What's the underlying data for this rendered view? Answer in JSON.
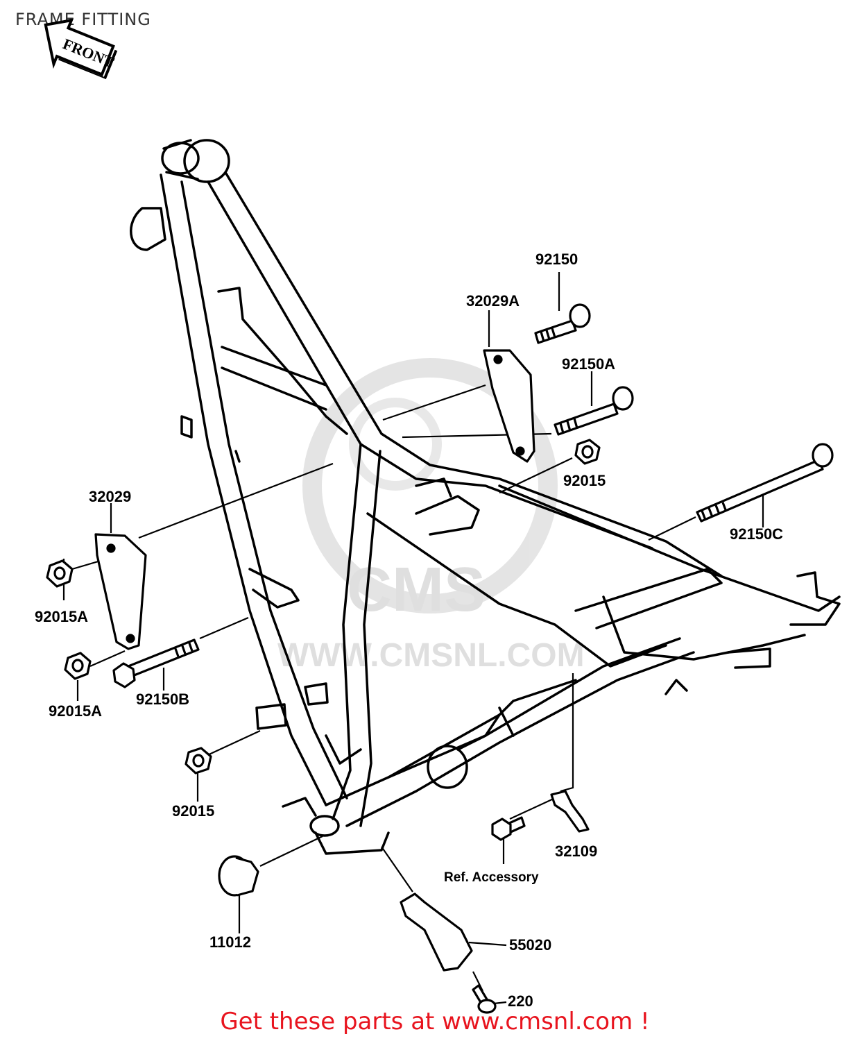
{
  "title": "FRAME FITTING",
  "front_label": "FRONT",
  "watermark": {
    "logo_text": "CMS",
    "url_text": "WWW.CMSNL.COM"
  },
  "parts": [
    {
      "id": "p92150",
      "label": "92150"
    },
    {
      "id": "p32029A",
      "label": "32029A"
    },
    {
      "id": "p92150A",
      "label": "92150A"
    },
    {
      "id": "p92015r",
      "label": "92015"
    },
    {
      "id": "p92150C",
      "label": "92150C"
    },
    {
      "id": "p32029",
      "label": "32029"
    },
    {
      "id": "p92015A1",
      "label": "92015A"
    },
    {
      "id": "p92015A2",
      "label": "92015A"
    },
    {
      "id": "p92150B",
      "label": "92150B"
    },
    {
      "id": "p92015l",
      "label": "92015"
    },
    {
      "id": "p32109",
      "label": "32109"
    },
    {
      "id": "p11012",
      "label": "11012"
    },
    {
      "id": "p55020",
      "label": "55020"
    },
    {
      "id": "p220",
      "label": "220"
    }
  ],
  "ref_note": "Ref. Accessory",
  "footer": {
    "text": "Get these parts at www.cmsnl.com !",
    "color": "#e8141e"
  }
}
